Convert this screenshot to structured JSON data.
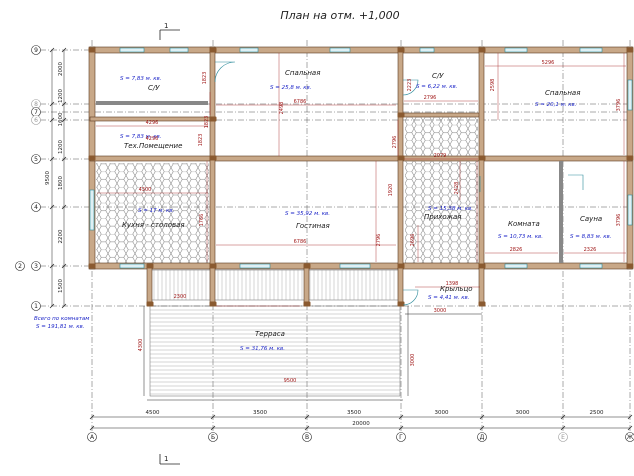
{
  "title": "План на отм. +1,000",
  "section_mark": "1",
  "total": {
    "line1": "Всего по комнатам",
    "line2": "S   =  191,81 м. кв."
  },
  "rooms": {
    "su1": {
      "name": "С/У",
      "area": "S   =  7,83 м. кв."
    },
    "bed1": {
      "name": "Спальная",
      "area": "S   =  25,8 м. кв."
    },
    "su2": {
      "name": "С/У",
      "area": "S   =  6,22 м. кв."
    },
    "bed2": {
      "name": "Спальная",
      "area": "S   =  20,1 м. кв."
    },
    "tech": {
      "name": "Тех.Помещение",
      "area": "S   =  7,83 м. кв."
    },
    "kitchen": {
      "name": "Кухня - столовая",
      "area": "S   =  17 м. кв."
    },
    "living": {
      "name": "Гостиная",
      "area": "S   =  35,92 м. кв."
    },
    "hall": {
      "name": "Прихожая",
      "area": "S   =  15,38 м. кв."
    },
    "room": {
      "name": "Комната",
      "area": "S   =  10,73 м. кв."
    },
    "sauna": {
      "name": "Сауна",
      "area": "S   =  8,83 м. кв."
    },
    "porch": {
      "name": "Крыльцо",
      "area": "S   =  4,41 м. кв."
    },
    "terrace": {
      "name": "Терраса",
      "area": "S   =  31,76 м. кв."
    }
  },
  "inner_dims": [
    "4296",
    "6786",
    "2796",
    "5296",
    "1823",
    "2223",
    "2598",
    "4296",
    "1823",
    "2498",
    "2796",
    "3796",
    "4300",
    "1766",
    "6786",
    "2796",
    "2079",
    "1920",
    "2696",
    "2428",
    "2826",
    "2326",
    "1823",
    "3796",
    "1398",
    "2300",
    "9500",
    "3000",
    "4300",
    "3000"
  ],
  "bottom_dims": [
    "4500",
    "3500",
    "3500",
    "3000",
    "3000",
    "2500"
  ],
  "bottom_total": "20000",
  "left_dims": [
    "2000",
    "1200",
    "1600",
    "1200",
    "1800",
    "2200",
    "1500"
  ],
  "left_total": "9500",
  "axes_bottom": [
    {
      "label": "А",
      "grey": false
    },
    {
      "label": "Б",
      "grey": false
    },
    {
      "label": "В",
      "grey": false
    },
    {
      "label": "Г",
      "grey": false
    },
    {
      "label": "Д",
      "grey": false
    },
    {
      "label": "Е",
      "grey": true
    },
    {
      "label": "Ж",
      "grey": false
    }
  ],
  "axes_left": [
    {
      "label": "9",
      "grey": false
    },
    {
      "label": "8",
      "grey": true
    },
    {
      "label": "7",
      "grey": false
    },
    {
      "label": "6",
      "grey": true
    },
    {
      "label": "5",
      "grey": false
    },
    {
      "label": "4",
      "grey": false
    },
    {
      "label": "2",
      "grey": false
    },
    {
      "label": "3",
      "grey": false
    },
    {
      "label": "1",
      "grey": false
    }
  ]
}
